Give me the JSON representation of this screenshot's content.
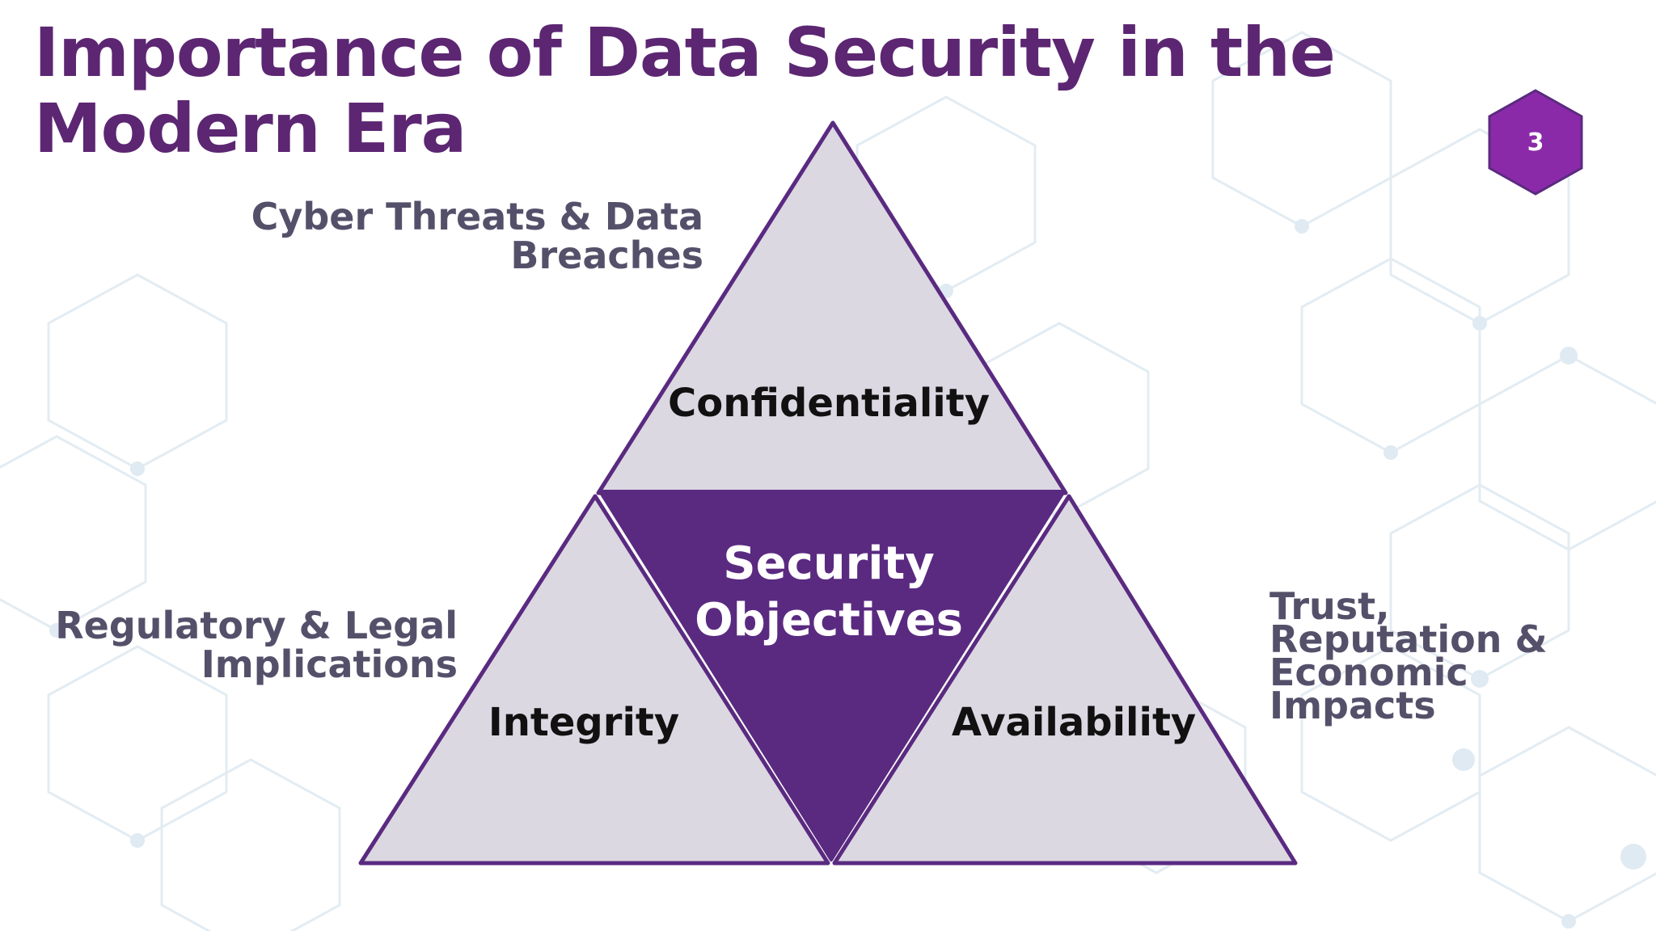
{
  "slide": {
    "title": "Importance of Data Security in the Modern Era",
    "page_number": "3"
  },
  "side_labels": {
    "cyber": "Cyber Threats & Data Breaches",
    "regulatory": "Regulatory & Legal Implications",
    "trust": "Trust, Reputation & Economic Impacts"
  },
  "triangle": {
    "top": "Confidentiality",
    "left": "Integrity",
    "right": "Availability",
    "center_line1": "Security",
    "center_line2": "Objectives"
  },
  "colors": {
    "title": "#5c2672",
    "accent_purple": "#5a2a80",
    "badge": "#8b2aa8",
    "triangle_fill": "#dcd8e2",
    "side_text": "#55506a"
  }
}
